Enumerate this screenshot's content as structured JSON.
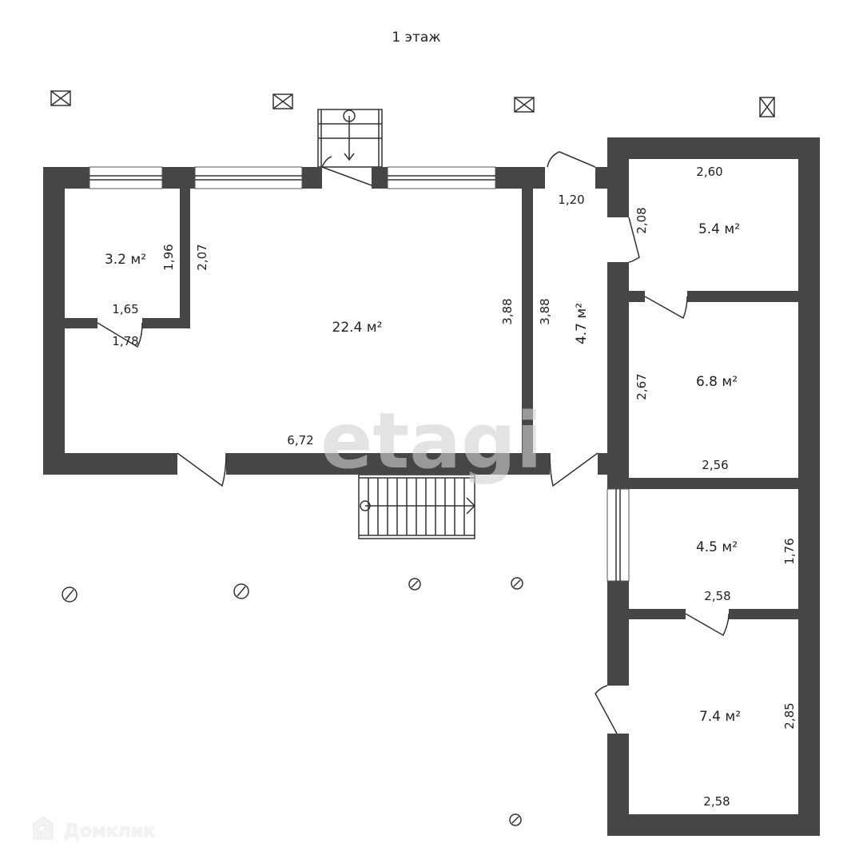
{
  "title": "1 этаж",
  "rooms": [
    {
      "area": "3.2 м²"
    },
    {
      "area": "22.4 м²"
    },
    {
      "area": "4.7 м²"
    },
    {
      "area": "5.4 м²"
    },
    {
      "area": "6.8 м²"
    },
    {
      "area": "4.5 м²"
    },
    {
      "area": "7.4 м²"
    }
  ],
  "dimensions": [
    "1,96",
    "2,07",
    "1,65",
    "1,78",
    "3,88",
    "3,88",
    "6,72",
    "1,20",
    "2,60",
    "2,08",
    "2,67",
    "2,56",
    "2,58",
    "1,76",
    "2,85",
    "2,58"
  ],
  "watermarks": {
    "etagi": "etagi",
    "domclick": "Домклик"
  },
  "colors": {
    "wall": "#464646"
  }
}
